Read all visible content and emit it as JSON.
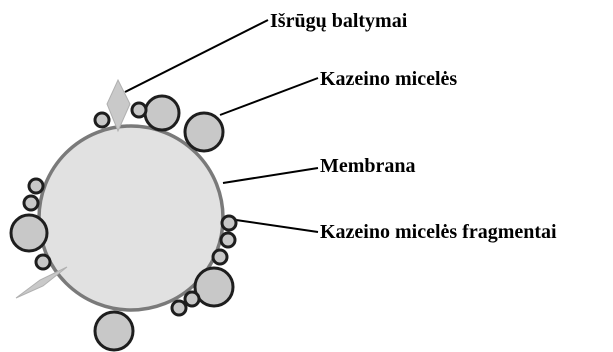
{
  "labels": {
    "whey_proteins": "Išrūgų baltymai",
    "casein_micelles": "Kazeino micelės",
    "membrane": "Membrana",
    "casein_fragments": "Kazeino micelės fragmentai"
  },
  "colors": {
    "membrane_fill": "#e1e1e1",
    "membrane_stroke": "#7a7a7a",
    "micelle_fill": "#c8c8c8",
    "micelle_stroke": "#1e1e1e",
    "protein_fill": "#c9c9c9",
    "protein_stroke": "#b0b0b0",
    "leader_line": "#000000"
  }
}
